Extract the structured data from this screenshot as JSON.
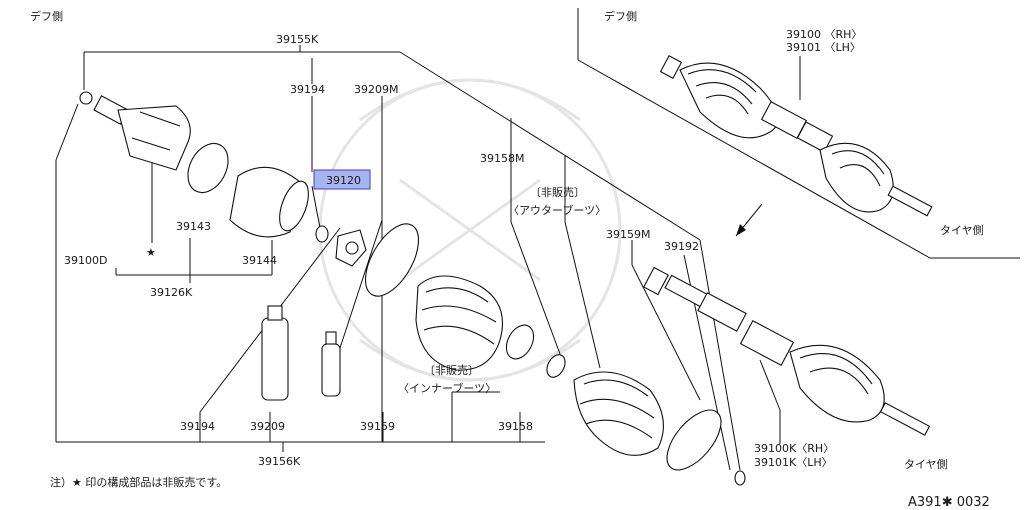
{
  "labels": {
    "diff_side_left": "デフ側",
    "diff_side_right": "デフ側",
    "tire_side_top": "タイヤ側",
    "tire_side_bottom": "タイヤ側",
    "p39155k": "39155K",
    "p39194_top": "39194",
    "p39209m": "39209M",
    "p39120": "39120",
    "p39143": "39143",
    "p39144": "39144",
    "p39100d": "39100D",
    "p39126k": "39126K",
    "star": "★",
    "p39158m": "39158M",
    "p39159m": "39159M",
    "p39192": "39192",
    "not_sold_1": "〔非販売〕",
    "outer_boot": "〈アウターブーツ〉",
    "not_sold_2": "〔非販売〕",
    "inner_boot": "〈インナーブーツ〉",
    "p39194_bottom": "39194",
    "p39209": "39209",
    "p39159": "39159",
    "p39158": "39158",
    "p39156k": "39156K",
    "p39100_rh": "39100 〈RH〉",
    "p39101_lh": "39101 〈LH〉",
    "p39100k_rh": "39100K〈RH〉",
    "p39101k_lh": "39101K〈LH〉",
    "note": "注）★ 印の構成部品は非販売です。",
    "diagram_code": "A391✱ 0032"
  },
  "colors": {
    "highlight_fill": "#a9b4ec",
    "highlight_border": "#3442c4",
    "line": "#111111"
  }
}
